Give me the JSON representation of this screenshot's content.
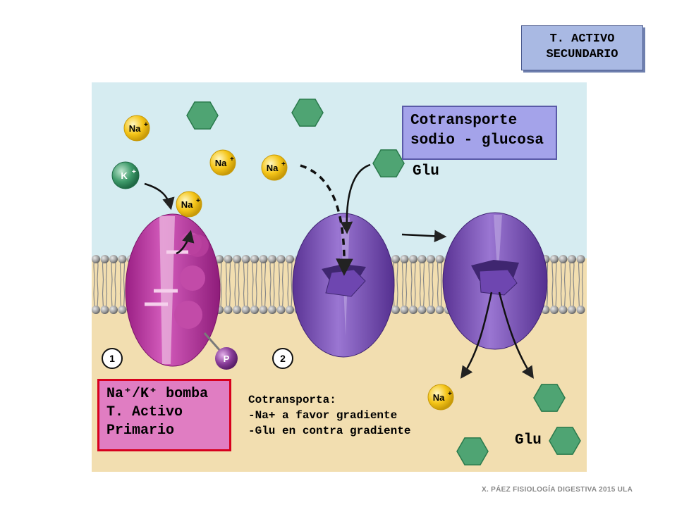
{
  "title_box": {
    "line1": "T. ACTIVO",
    "line2": "SECUNDARIO"
  },
  "cotransport_box": {
    "line1": "Cotransporte",
    "line2": "sodio - glucosa"
  },
  "bomba_box": {
    "line1": "Na⁺/K⁺ bomba",
    "line2": "T. Activo",
    "line3": "Primario"
  },
  "note": {
    "line1": "Cotransporta:",
    "line2": "-Na+ a favor gradiente",
    "line3": "-Glu en contra gradiente"
  },
  "glu_top": "Glu",
  "glu_bottom": "Glu",
  "step_1": "1",
  "step_2": "2",
  "ions": {
    "na": "Na",
    "k": "K",
    "plus": "+",
    "phosphate": "P"
  },
  "footer": "X. PÁEZ   FISIOLOGÍA DIGESTIVA 2015  ULA",
  "colors": {
    "extracellular": "#d6ecf1",
    "cytoplasm": "#f2deb0",
    "pump": "#b3359b",
    "cotransporter": "#7c54b8",
    "glucose": "#4fa473",
    "sodium": "#f5c518",
    "potassium": "#3e9a6a",
    "phosphate": "#8a3e9a"
  }
}
